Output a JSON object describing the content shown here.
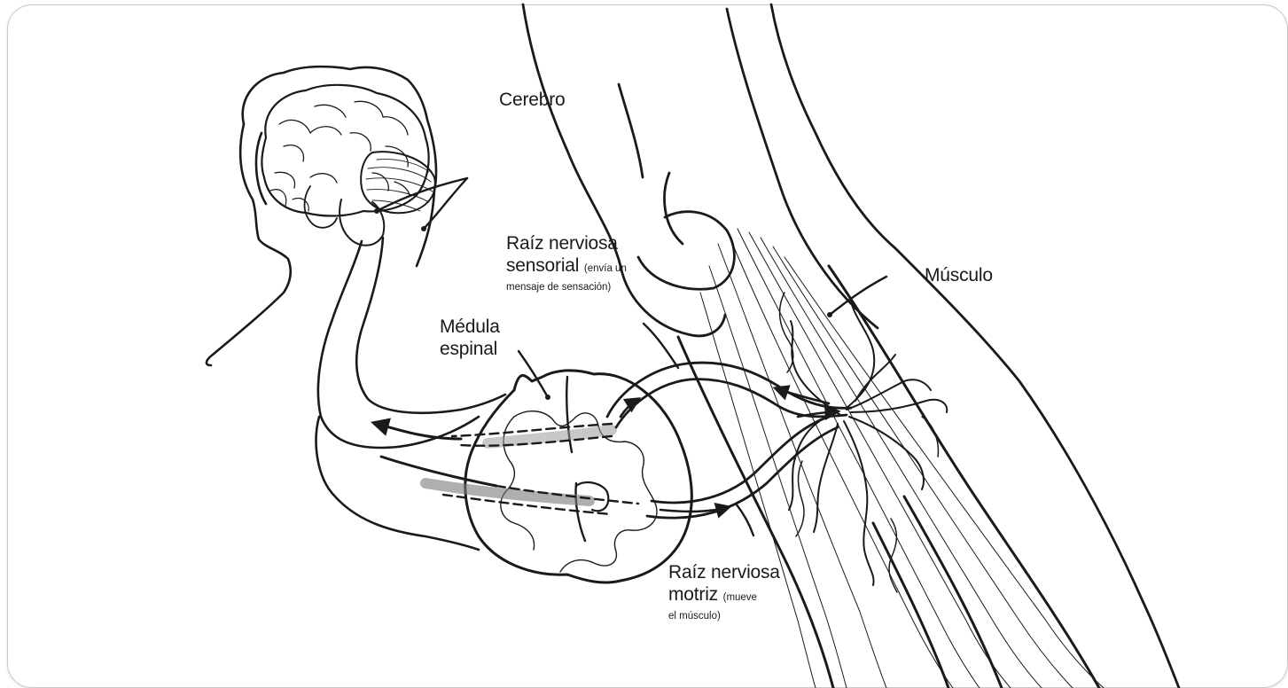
{
  "labels": {
    "brain": "Cerebro",
    "spinal_cord_line1": "Médula",
    "spinal_cord_line2": "espinal",
    "muscle": "Músculo",
    "sensory_root_line1": "Raíz nerviosa",
    "sensory_root_line2": "sensorial",
    "sensory_root_note1": "(envía un",
    "sensory_root_note2": "mensaje de sensación)",
    "motor_root_line1": "Raíz nerviosa",
    "motor_root_line2": "motriz",
    "motor_root_note1": "(mueve",
    "motor_root_note2": "el músculo)"
  },
  "colors": {
    "ink": "#1a1a1a",
    "pathway_gray": "#9a9a9a",
    "frame_border": "#c8c8c8"
  }
}
